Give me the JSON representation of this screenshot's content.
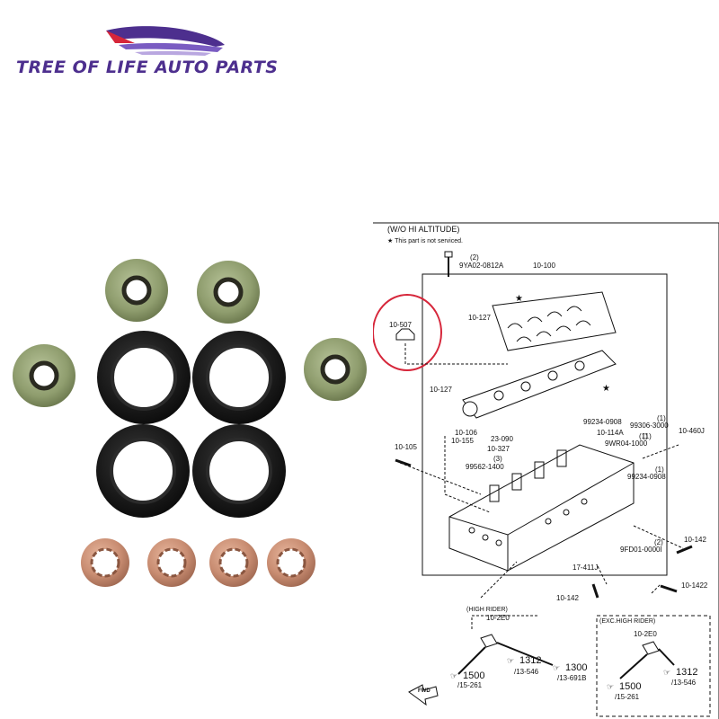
{
  "brand": {
    "name": "TREE OF LIFE AUTO PARTS",
    "colors": {
      "purple": "#4d2f8e",
      "accent_red": "#d6263a",
      "light_purple": "#b9a7e0"
    }
  },
  "product_photo": {
    "items": [
      "green-oil-seal",
      "black-oil-seal",
      "copper-washer"
    ]
  },
  "diagram": {
    "title": "(W/O HI ALTITUDE)",
    "note": "★ This part is not serviced.",
    "labels": [
      {
        "id": "l1",
        "text": "(2)"
      },
      {
        "id": "l2",
        "text": "9YA02-0812A"
      },
      {
        "id": "l3",
        "text": "10-100"
      },
      {
        "id": "l4",
        "text": "10-507"
      },
      {
        "id": "l5",
        "text": "10-127"
      },
      {
        "id": "l6",
        "text": "10-127"
      },
      {
        "id": "l7",
        "text": "99234-0908"
      },
      {
        "id": "l8",
        "text": "(1)"
      },
      {
        "id": "l9",
        "text": "99306-3000"
      },
      {
        "id": "l10",
        "text": "(1)"
      },
      {
        "id": "l11",
        "text": "10-460J"
      },
      {
        "id": "l12",
        "text": "10-106"
      },
      {
        "id": "l13",
        "text": "10-155"
      },
      {
        "id": "l14",
        "text": "10-114A"
      },
      {
        "id": "l15",
        "text": "9WR04-1000"
      },
      {
        "id": "l16",
        "text": "(1)"
      },
      {
        "id": "l17",
        "text": "23-090"
      },
      {
        "id": "l18",
        "text": "10-327"
      },
      {
        "id": "l19",
        "text": "10-105"
      },
      {
        "id": "l20",
        "text": "(3)"
      },
      {
        "id": "l21",
        "text": "99562-1400"
      },
      {
        "id": "l22",
        "text": "(1)"
      },
      {
        "id": "l23",
        "text": "99234-0908"
      },
      {
        "id": "l24",
        "text": "10-142"
      },
      {
        "id": "l25",
        "text": "(2)"
      },
      {
        "id": "l26",
        "text": "9FD01-0000I"
      },
      {
        "id": "l27",
        "text": "17-411J"
      },
      {
        "id": "l28",
        "text": "10-1422"
      },
      {
        "id": "l29",
        "text": "10-142"
      },
      {
        "id": "l30",
        "text": "(HIGH RIDER)"
      },
      {
        "id": "l31",
        "text": "10-2E0"
      },
      {
        "id": "l32",
        "text": "(EXC.HIGH RIDER)"
      },
      {
        "id": "l33",
        "text": "10-2E0"
      },
      {
        "id": "l34",
        "text": "1312"
      },
      {
        "id": "l35",
        "text": "/13-546"
      },
      {
        "id": "l36",
        "text": "1300"
      },
      {
        "id": "l37",
        "text": "/13-691B"
      },
      {
        "id": "l38",
        "text": "1500"
      },
      {
        "id": "l39",
        "text": "/15-261"
      },
      {
        "id": "l40",
        "text": "1500"
      },
      {
        "id": "l41",
        "text": "/15-261"
      },
      {
        "id": "l42",
        "text": "1312"
      },
      {
        "id": "l43",
        "text": "/13-546"
      },
      {
        "id": "l44",
        "text": "FWD"
      }
    ]
  }
}
